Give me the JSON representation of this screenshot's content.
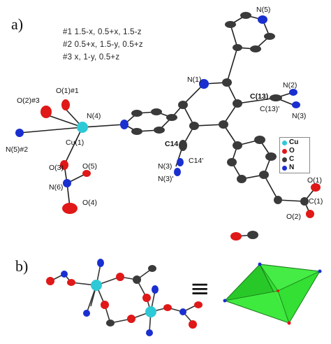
{
  "panels": {
    "a": "a)",
    "b": "b)"
  },
  "symmetry": [
    "#1 1.5-x, 0.5+x, 1.5-z",
    "#2 0.5+x, 1.5-y, 0.5+z",
    "#3 x, 1-y, 0.5+z"
  ],
  "atoms": {
    "n5_top": "N(5)",
    "n1": "N(1)",
    "n2": "N(2)",
    "c13": "C(13)",
    "c13p": "C(13)'",
    "n3_right": "N(3)",
    "o2_3": "O(2)#3",
    "o1_1": "O(1)#1",
    "n4": "N(4)",
    "n5_2": "N(5)#2",
    "cu1": "Cu(1)",
    "o3": "O(3)",
    "o5": "O(5)",
    "n6": "N(6)",
    "o4": "O(4)",
    "c14": "C14",
    "c14p": "C14'",
    "n3_left": "N(3)",
    "n3p": "N(3)'",
    "o1_r": "O(1)",
    "c1": "C(1)",
    "o2_r": "O(2)"
  },
  "legend": [
    {
      "label": "Cu",
      "color": "#2ec9d6"
    },
    {
      "label": "O",
      "color": "#e01818"
    },
    {
      "label": "C",
      "color": "#3a3a3a"
    },
    {
      "label": "N",
      "color": "#1a2fd0"
    }
  ],
  "equiv_symbol": "≡",
  "colors": {
    "cu": "#2ec9d6",
    "o": "#e01818",
    "c": "#3a3a3a",
    "n": "#1a2fd0",
    "polyhedron": "#33e033"
  }
}
